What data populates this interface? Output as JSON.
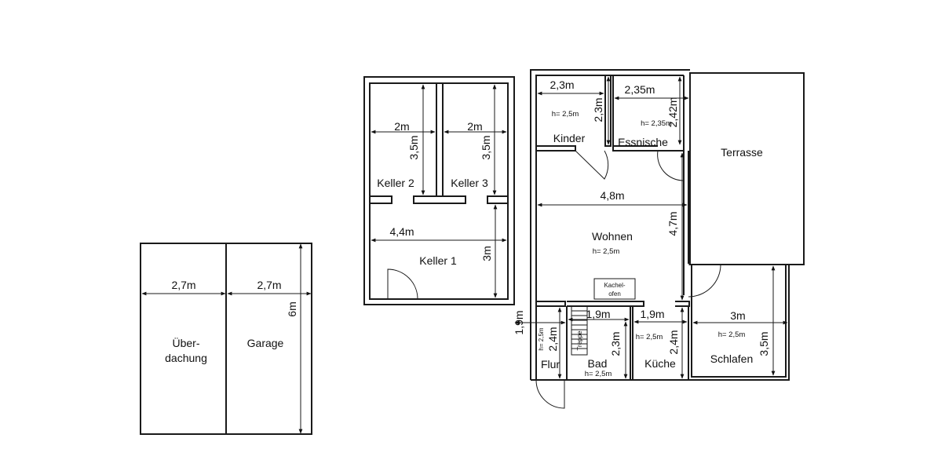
{
  "garage_block": {
    "ueberdachung": {
      "line1": "Über-",
      "line2": "dachung",
      "width": "2,7m"
    },
    "garage": {
      "name": "Garage",
      "width": "2,7m"
    },
    "length": "6m"
  },
  "basement": {
    "keller2": {
      "name": "Keller 2",
      "width": "2m",
      "depth": "3,5m"
    },
    "keller3": {
      "name": "Keller 3",
      "width": "2m",
      "depth": "3,5m"
    },
    "keller1": {
      "name": "Keller 1",
      "width": "4,4m",
      "depth": "3m"
    }
  },
  "ground_floor": {
    "kinder": {
      "name": "Kinder",
      "width": "2,3m",
      "depth": "2,3m",
      "height": "h= 2,5m"
    },
    "essnische": {
      "name": "Essnische",
      "width": "2,35m",
      "depth": "2,42m",
      "height": "h= 2,35m"
    },
    "terrasse": {
      "name": "Terrasse"
    },
    "wohnen": {
      "name": "Wohnen",
      "width": "4,8m",
      "depth": "4,7m",
      "height": "h= 2,5m"
    },
    "kachelofen": {
      "line1": "Kachel-",
      "line2": "ofen"
    },
    "flur": {
      "name": "Flur",
      "width": "1,9m",
      "depth": "2,4m",
      "height": "h= 2,5m"
    },
    "treppe": {
      "name": "Treppe"
    },
    "bad": {
      "name": "Bad",
      "width": "1,9m",
      "depth": "2,3m",
      "height": "h= 2,5m"
    },
    "kueche": {
      "name": "Küche",
      "width": "1,9m",
      "depth": "2,4m",
      "height": "h= 2,5m"
    },
    "schlafen": {
      "name": "Schlafen",
      "width": "3m",
      "depth": "3,5m",
      "height": "h= 2,5m"
    }
  }
}
